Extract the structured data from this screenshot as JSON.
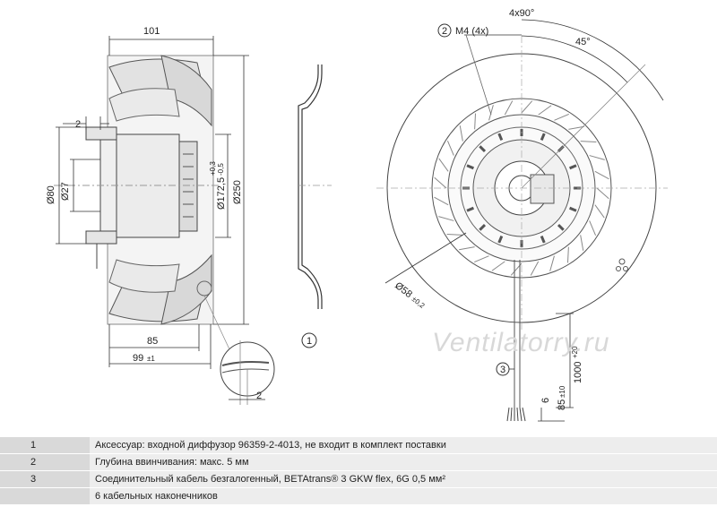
{
  "dimensions": {
    "width_101": "101",
    "offset_2": "2",
    "dia_80": "Ø80",
    "dia_27": "Ø27",
    "dia_172": "Ø172,5",
    "tol_172_upper": "+0,3",
    "tol_172_lower": "-0,5",
    "dia_250": "Ø250",
    "len_85": "85",
    "len_99": "99",
    "tol_99": "±1",
    "detail_2": "2",
    "angle_4x90": "4x90°",
    "thread": "M4 (4x)",
    "angle_45": "45°",
    "dia_58": "Ø58",
    "tol_58": "±0,2",
    "len_1000": "1000",
    "tol_1000": "+20",
    "len_85_cable": "85",
    "tol_85_cable": "±10",
    "len_6": "6"
  },
  "callouts": {
    "c1": "1",
    "c2": "2",
    "c3": "3"
  },
  "watermark": "Ventilatorry.ru",
  "notes": [
    {
      "num": "1",
      "text": "Аксессуар: входной диффузор 96359-2-4013, не входит в комплект поставки"
    },
    {
      "num": "2",
      "text": "Глубина ввинчивания: макс. 5 мм"
    },
    {
      "num": "3",
      "text": "Соединительный кабель безгалогенный, BETAtrans® 3 GKW flex, 6G 0,5 мм²"
    },
    {
      "num": "",
      "text": "6 кабельных наконечников"
    }
  ]
}
